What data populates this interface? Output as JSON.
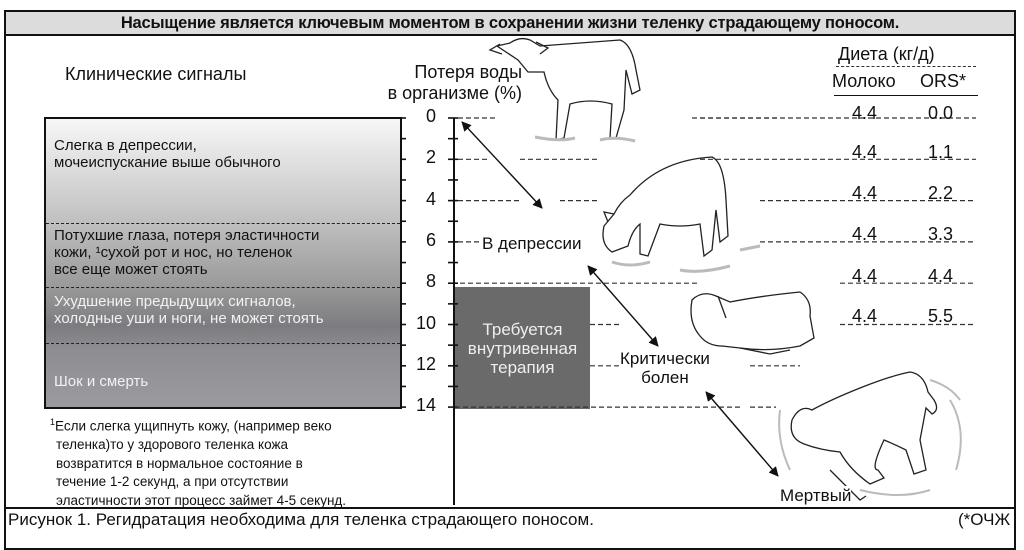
{
  "title": "Насыщение является ключевым моментом в сохранении жизни теленку страдающему поносом.",
  "clinical_signs": {
    "heading": "Клинические сигналы",
    "bands": [
      {
        "line1": "Слегка в депрессии,",
        "line2": "мочеиспускание выше обычного",
        "line3": ""
      },
      {
        "line1": "Потухшие глаза, потеря эластичности",
        "line2": "кожи, ¹сухой рот и нос, но теленок",
        "line3": "все еще может стоять"
      },
      {
        "line1": "Ухудшение предыдущих сигналов,",
        "line2": "холодные уши и ноги, не может стоять",
        "line3": ""
      },
      {
        "line1": "Шок и смерть",
        "line2": "",
        "line3": ""
      }
    ]
  },
  "footnote": {
    "marker": "1",
    "text_lines": [
      "Если слегка ущипнуть кожу, (например веко",
      "теленка)то у здорового теленка кожа",
      "возвратится в нормальное состояние в",
      "течение 1-2 секунд, а при отсутствии",
      "эластичности этот процесс займет 4-5 секунд."
    ]
  },
  "water_loss": {
    "heading_line1": "Потеря воды",
    "heading_line2": "в организме (%)",
    "ticks": [
      "0",
      "2",
      "4",
      "6",
      "8",
      "10",
      "12",
      "14"
    ]
  },
  "iv_therapy": {
    "line1": "Требуется",
    "line2": "внутривенная",
    "line3": "терапия",
    "range_percent": [
      8,
      14
    ]
  },
  "stages": [
    {
      "label": "В депрессии",
      "percent": 6
    },
    {
      "label_line1": "Критически",
      "label_line2": "болен",
      "percent": 11.5
    },
    {
      "label": "Мертвый",
      "percent": 18
    }
  ],
  "diet": {
    "heading": "Диета (кг/д)",
    "col_milk": "Молоко",
    "col_ors": "ORS*",
    "rows": [
      {
        "milk": "4.4",
        "ors": "0.0"
      },
      {
        "milk": "4.4",
        "ors": "1.1"
      },
      {
        "milk": "4.4",
        "ors": "2.2"
      },
      {
        "milk": "4.4",
        "ors": "3.3"
      },
      {
        "milk": "4.4",
        "ors": "4.4"
      },
      {
        "milk": "4.4",
        "ors": "5.5"
      }
    ]
  },
  "caption": {
    "left": "Рисунок 1.  Регидратация необходима для теленка страдающего поносом.",
    "right": "(*ОЧЖ"
  }
}
